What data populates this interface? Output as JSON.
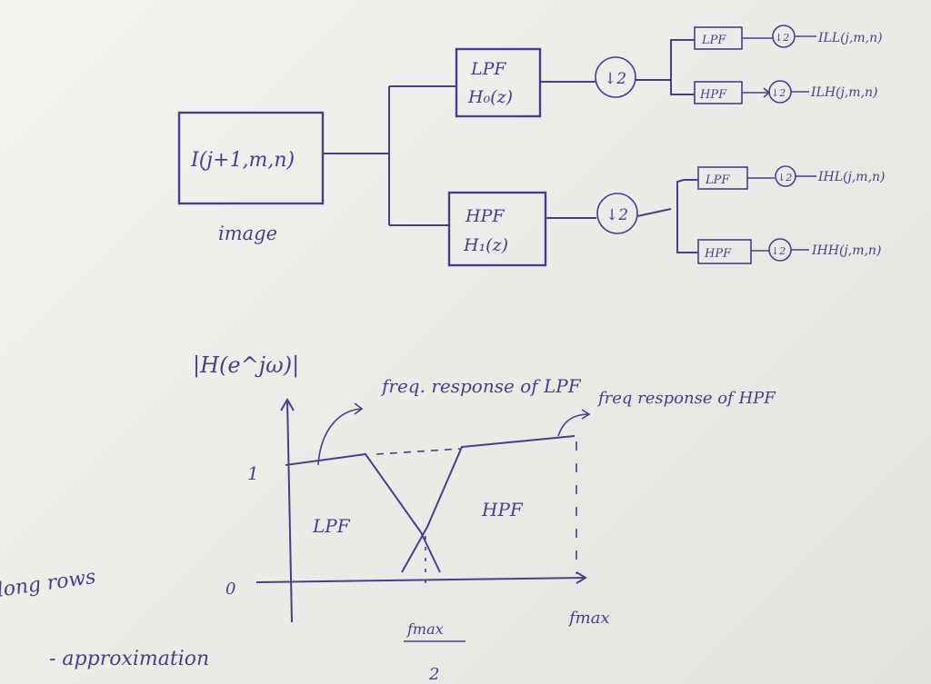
{
  "filter_bank": {
    "input": {
      "label": "I(j+1,m,n)",
      "caption": "image"
    },
    "stage1": [
      {
        "label_line1": "LPF",
        "label_line2": "H₀(z)",
        "downsample": "↓2"
      },
      {
        "label_line1": "HPF",
        "label_line2": "H₁(z)",
        "downsample": "↓2"
      }
    ],
    "stage2": [
      {
        "filter": "LPF",
        "downsample": "↓2",
        "output": "ILL(j,m,n)"
      },
      {
        "filter": "HPF",
        "downsample": "↓2",
        "output": "ILH(j,m,n)"
      },
      {
        "filter": "LPF",
        "downsample": "↓2",
        "output": "IHL(j,m,n)"
      },
      {
        "filter": "HPF",
        "downsample": "↓2",
        "output": "IHH(j,m,n)"
      }
    ]
  },
  "freq_plot": {
    "ylabel": "|H(e^jω)|",
    "annotation_lpf": "freq. response of LPF",
    "annotation_hpf": "freq response of HPF",
    "y_tick_1": "1",
    "y_tick_0": "0",
    "region_lpf": "LPF",
    "region_hpf": "HPF",
    "x_tick_mid_num": "fmax",
    "x_tick_mid_den": "2",
    "x_tick_end": "fmax"
  },
  "margin_notes": {
    "note1": "long rows",
    "note2": "- approximation"
  },
  "colors": {
    "ink": "#4a3f86",
    "paper": "#efeeea"
  }
}
